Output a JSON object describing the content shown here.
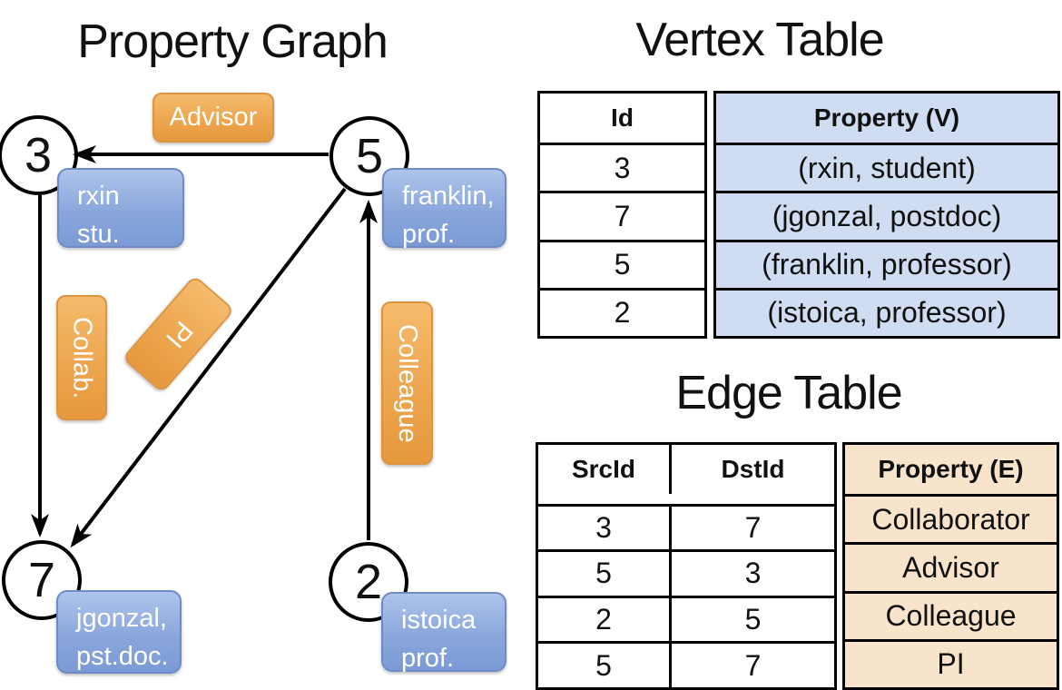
{
  "graph": {
    "title": "Property Graph",
    "nodes": [
      {
        "id": "3",
        "label_lines": [
          "rxin",
          "stu."
        ]
      },
      {
        "id": "5",
        "label_lines": [
          "franklin,",
          "prof."
        ]
      },
      {
        "id": "7",
        "label_lines": [
          "jgonzal,",
          "pst.doc."
        ]
      },
      {
        "id": "2",
        "label_lines": [
          "istoica",
          "prof."
        ]
      }
    ],
    "edge_labels": [
      "Advisor",
      "Collab.",
      "PI",
      "Colleague"
    ],
    "edges": [
      {
        "src": "5",
        "dst": "3",
        "label": "Advisor"
      },
      {
        "src": "3",
        "dst": "7",
        "label": "Collab."
      },
      {
        "src": "5",
        "dst": "7",
        "label": "PI"
      },
      {
        "src": "2",
        "dst": "5",
        "label": "Colleague"
      }
    ]
  },
  "vertex_table": {
    "title": "Vertex Table",
    "columns": [
      "Id",
      "Property (V)"
    ],
    "rows": [
      [
        "3",
        "(rxin, student)"
      ],
      [
        "7",
        "(jgonzal, postdoc)"
      ],
      [
        "5",
        "(franklin, professor)"
      ],
      [
        "2",
        "(istoica, professor)"
      ]
    ]
  },
  "edge_table": {
    "title": "Edge Table",
    "columns": [
      "SrcId",
      "DstId",
      "Property (E)"
    ],
    "rows": [
      [
        "3",
        "7",
        "Collaborator"
      ],
      [
        "5",
        "3",
        "Advisor"
      ],
      [
        "2",
        "5",
        "Colleague"
      ],
      [
        "5",
        "7",
        "PI"
      ]
    ]
  },
  "colors": {
    "edge_label_fill": "#eda64f",
    "edge_label_border": "#dd9440",
    "vertex_label_fill": "#8aa7dc",
    "vertex_label_border": "#6d8cc7",
    "vertex_property_cell_bg": "#cfdcf1",
    "edge_property_cell_bg": "#f8e4cb",
    "line_color": "#000000",
    "text_on_labels": "#ffffff"
  }
}
